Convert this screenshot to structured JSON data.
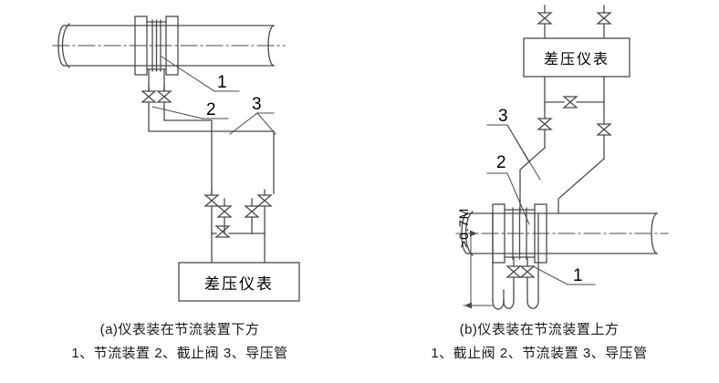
{
  "figure": {
    "title_a": "(a)仪表装在节流装置下方",
    "legend_a": "1、节流装置 2、截止阀  3、导压管",
    "title_b": "(b)仪表装在节流装置上方",
    "legend_b": "1、截止阀 2、节流装置 3、导压管"
  },
  "diagram_a": {
    "instrument_label": "差压仪表",
    "callout_1": "1",
    "callout_2": "2",
    "callout_3": "3"
  },
  "diagram_b": {
    "instrument_label": "差压仪表",
    "callout_1": "1",
    "callout_2": "2",
    "callout_3": "3",
    "dimension": ">0.7M"
  },
  "colors": {
    "line": "#4a4a4a",
    "text": "#1a1a1a",
    "background": "#ffffff"
  }
}
